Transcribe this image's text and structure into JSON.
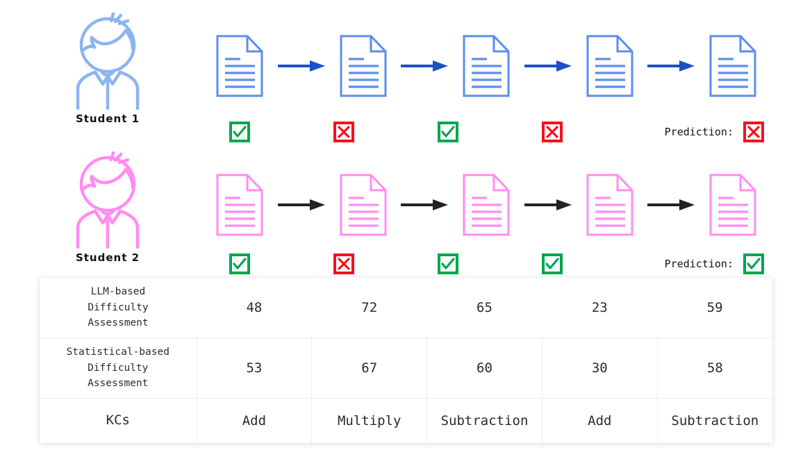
{
  "colors": {
    "student1": "#8cb4f0",
    "student2": "#ff8cf0",
    "arrow1": "#1a50c8",
    "arrow2": "#222222",
    "correct": "#00a650",
    "wrong": "#fc0d1c"
  },
  "students": [
    {
      "name": "Student 1",
      "avatar_icon": "student-avatar-icon",
      "color": "#8cb4f0",
      "arrow_color": "#1a50c8",
      "documents": [
        "document-icon",
        "document-icon",
        "document-icon",
        "document-icon",
        "document-icon"
      ],
      "marks": [
        "correct",
        "wrong",
        "correct",
        "wrong"
      ],
      "prediction_label": "Prediction:",
      "prediction": "wrong"
    },
    {
      "name": "Student 2",
      "avatar_icon": "student-avatar-icon",
      "color": "#ff8cf0",
      "arrow_color": "#222222",
      "documents": [
        "document-icon",
        "document-icon",
        "document-icon",
        "document-icon",
        "document-icon"
      ],
      "marks": [
        "correct",
        "wrong",
        "correct",
        "correct"
      ],
      "prediction_label": "Prediction:",
      "prediction": "correct"
    }
  ],
  "table": {
    "rows": [
      {
        "header": "LLM-based\nDifficulty\nAssessment",
        "values": [
          "48",
          "72",
          "65",
          "23",
          "59"
        ]
      },
      {
        "header": "Statistical-based\nDifficulty\nAssessment",
        "values": [
          "53",
          "67",
          "60",
          "30",
          "58"
        ]
      },
      {
        "header": "KCs",
        "values": [
          "Add",
          "Multiply",
          "Subtraction",
          "Add",
          "Subtraction"
        ]
      }
    ]
  }
}
